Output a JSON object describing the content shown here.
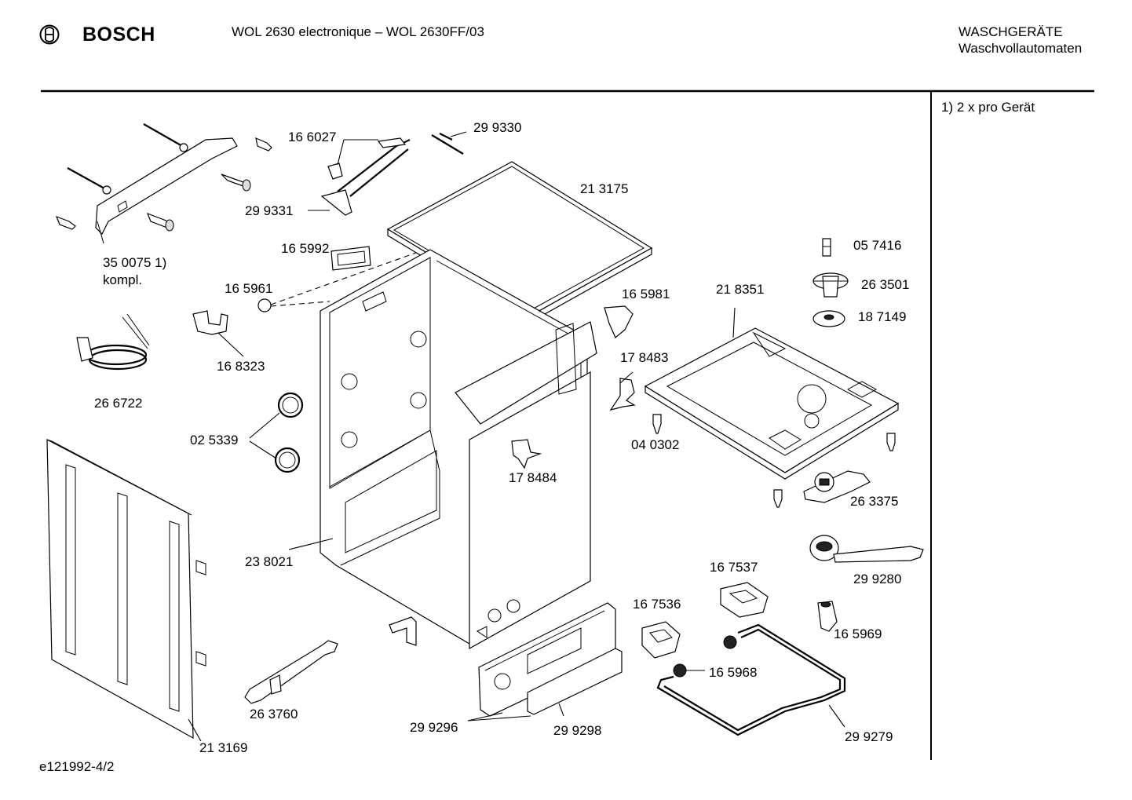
{
  "header": {
    "brand": "BOSCH",
    "model": "WOL 2630 electronique – WOL 2630FF/03",
    "category": "WASCHGERÄTE",
    "subcategory": "Waschvollautomaten"
  },
  "footnote": "1) 2 x pro Gerät",
  "doc_id": "e121992-4/2",
  "parts": {
    "p350075": "35 0075 1)",
    "p350075_note": "kompl.",
    "p166027": "16 6027",
    "p299330": "29 9330",
    "p299331": "29 9331",
    "p213175": "21 3175",
    "p165992": "16 5992",
    "p165961": "16 5961",
    "p168323": "16 8323",
    "p266722": "26 6722",
    "p025339": "02 5339",
    "p238021": "23 8021",
    "p213169": "21 3169",
    "p263760": "26 3760",
    "p299296": "29 9296",
    "p299298": "29 9298",
    "p178484": "17 8484",
    "p165981": "16 5981",
    "p178483": "17 8483",
    "p040302": "04 0302",
    "p218351": "21 8351",
    "p057416": "05 7416",
    "p263501": "26 3501",
    "p187149": "18 7149",
    "p263375": "26 3375",
    "p299280": "29 9280",
    "p167537": "16 7537",
    "p167536": "16 7536",
    "p165969": "16 5969",
    "p165968": "16 5968",
    "p299279": "29 9279"
  }
}
